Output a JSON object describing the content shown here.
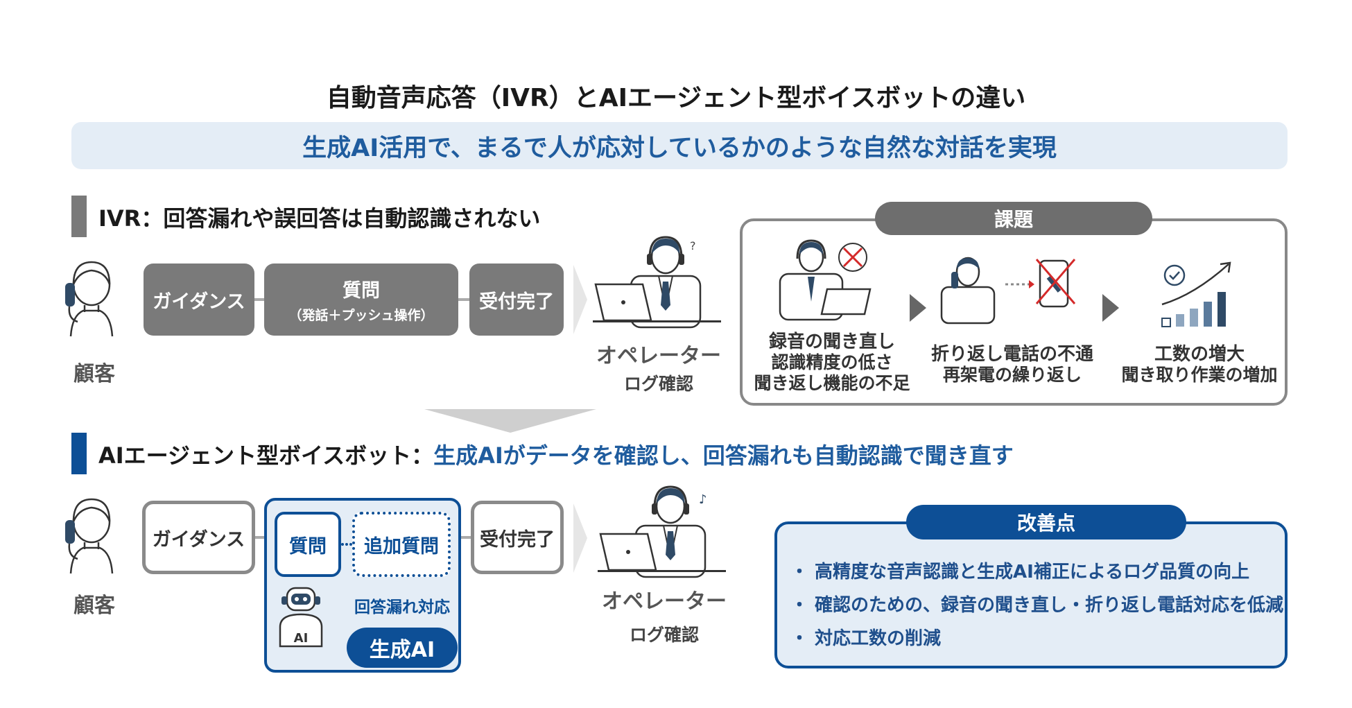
{
  "header": {
    "title": "自動音声応答（IVR）とAIエージェント型ボイスボットの違い",
    "banner": "生成AI活用で、まるで人が応対しているかのような自然な対話を実現"
  },
  "ivr_section": {
    "heading": "IVR：回答漏れや誤回答は自動認識されない",
    "customer_label": "顧客",
    "steps": [
      {
        "label": "ガイダンス",
        "sub": ""
      },
      {
        "label": "質問",
        "sub": "（発話＋プッシュ操作）"
      },
      {
        "label": "受付完了",
        "sub": ""
      }
    ],
    "operator_label": "オペレーター",
    "operator_sub": "ログ確認"
  },
  "issues": {
    "title": "課題",
    "items": [
      {
        "line1": "録音の聞き直し",
        "line2": "認識精度の低さ",
        "line3": "聞き返し機能の不足"
      },
      {
        "line1": "折り返し電話の不通",
        "line2": "再架電の繰り返し"
      },
      {
        "line1": "工数の増大",
        "line2": "聞き取り作業の増加"
      }
    ]
  },
  "ai_section": {
    "heading_prefix": "AIエージェント型ボイスボット：",
    "heading_highlight": "生成AIがデータを確認し、回答漏れも自動認識で聞き直す",
    "customer_label": "顧客",
    "steps": {
      "guidance": "ガイダンス",
      "question": "質問",
      "additional_question": "追加質問",
      "missing_answer": "回答漏れ対応",
      "genai_badge": "生成AI",
      "robot_chest": "AI",
      "complete": "受付完了"
    },
    "operator_label": "オペレーター",
    "operator_sub": "ログ確認"
  },
  "improvements": {
    "title": "改善点",
    "items": [
      "・ 高精度な音声認識と生成AI補正によるログ品質の向上",
      "・ 確認のための、録音の聞き直し・折り返し電話対応を低減",
      "・ 対応工数の削減"
    ]
  },
  "colors": {
    "accent_blue": "#1f5c9e",
    "dark_blue": "#0d4f96",
    "banner_bg": "#e4edf6",
    "grey_step": "#7a7a7a",
    "grey_pill": "#6e6e6e"
  }
}
